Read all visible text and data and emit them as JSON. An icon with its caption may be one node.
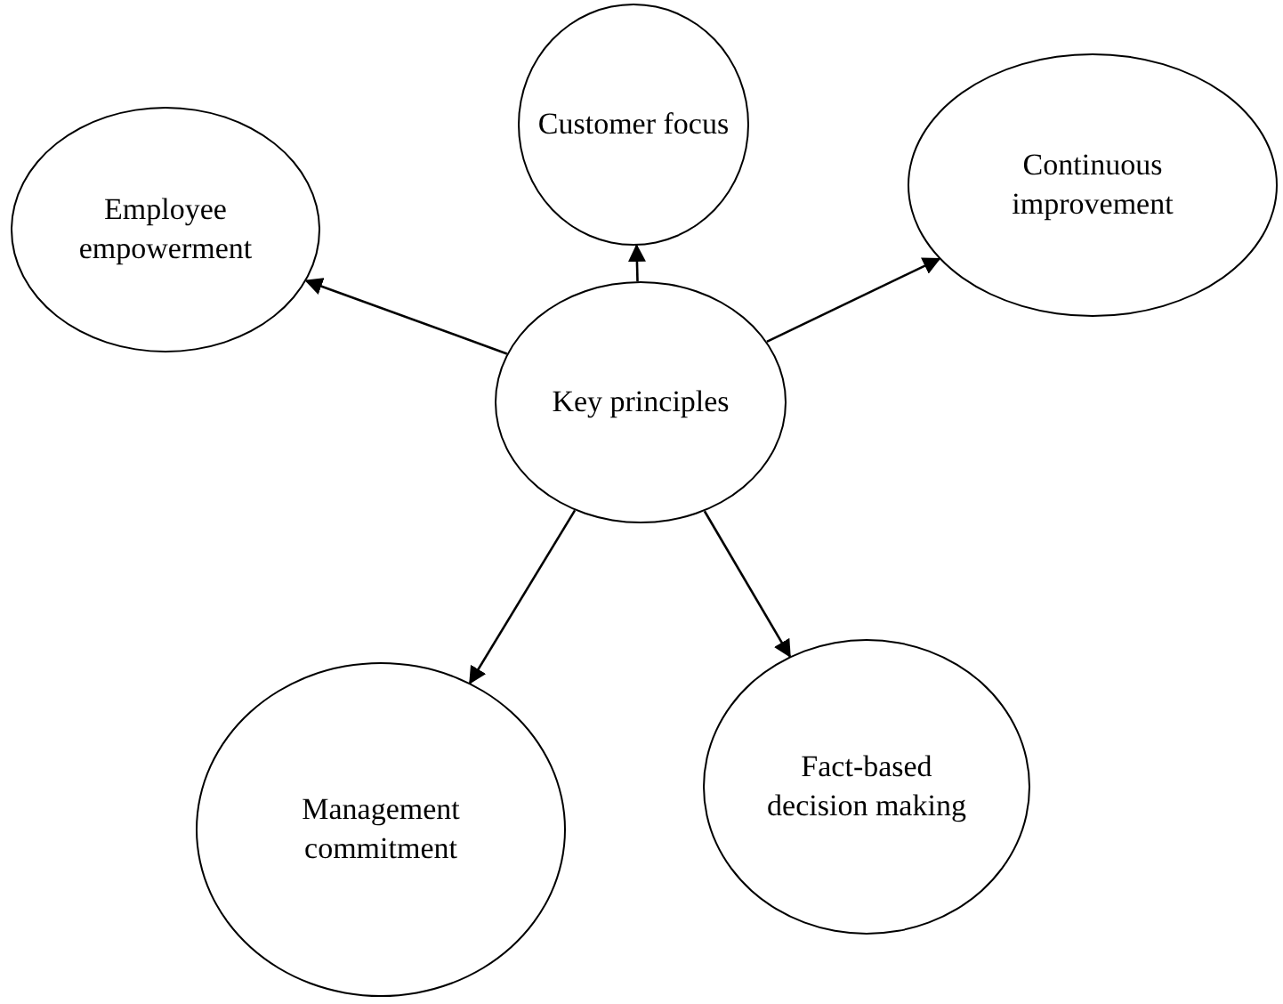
{
  "diagram": {
    "nodes": [
      {
        "text": [
          "Customer focus"
        ]
      },
      {
        "text": [
          "Continuous improvement"
        ]
      },
      {
        "text": [
          "Employee empowerment"
        ]
      },
      {
        "text": [
          "Key principles"
        ]
      },
      {
        "text": [
          "Fact-based decision making"
        ]
      },
      {
        "text": [
          "Management commitment"
        ]
      }
    ],
    "edges": [
      {
        "from": 3,
        "to": 0,
        "arrow": "to"
      },
      {
        "from": 3,
        "to": 1,
        "arrow": "to"
      },
      {
        "from": 3,
        "to": 2,
        "arrow": "to"
      },
      {
        "from": 3,
        "to": 4,
        "arrow": "to"
      },
      {
        "from": 3,
        "to": 5,
        "arrow": "to"
      }
    ]
  }
}
